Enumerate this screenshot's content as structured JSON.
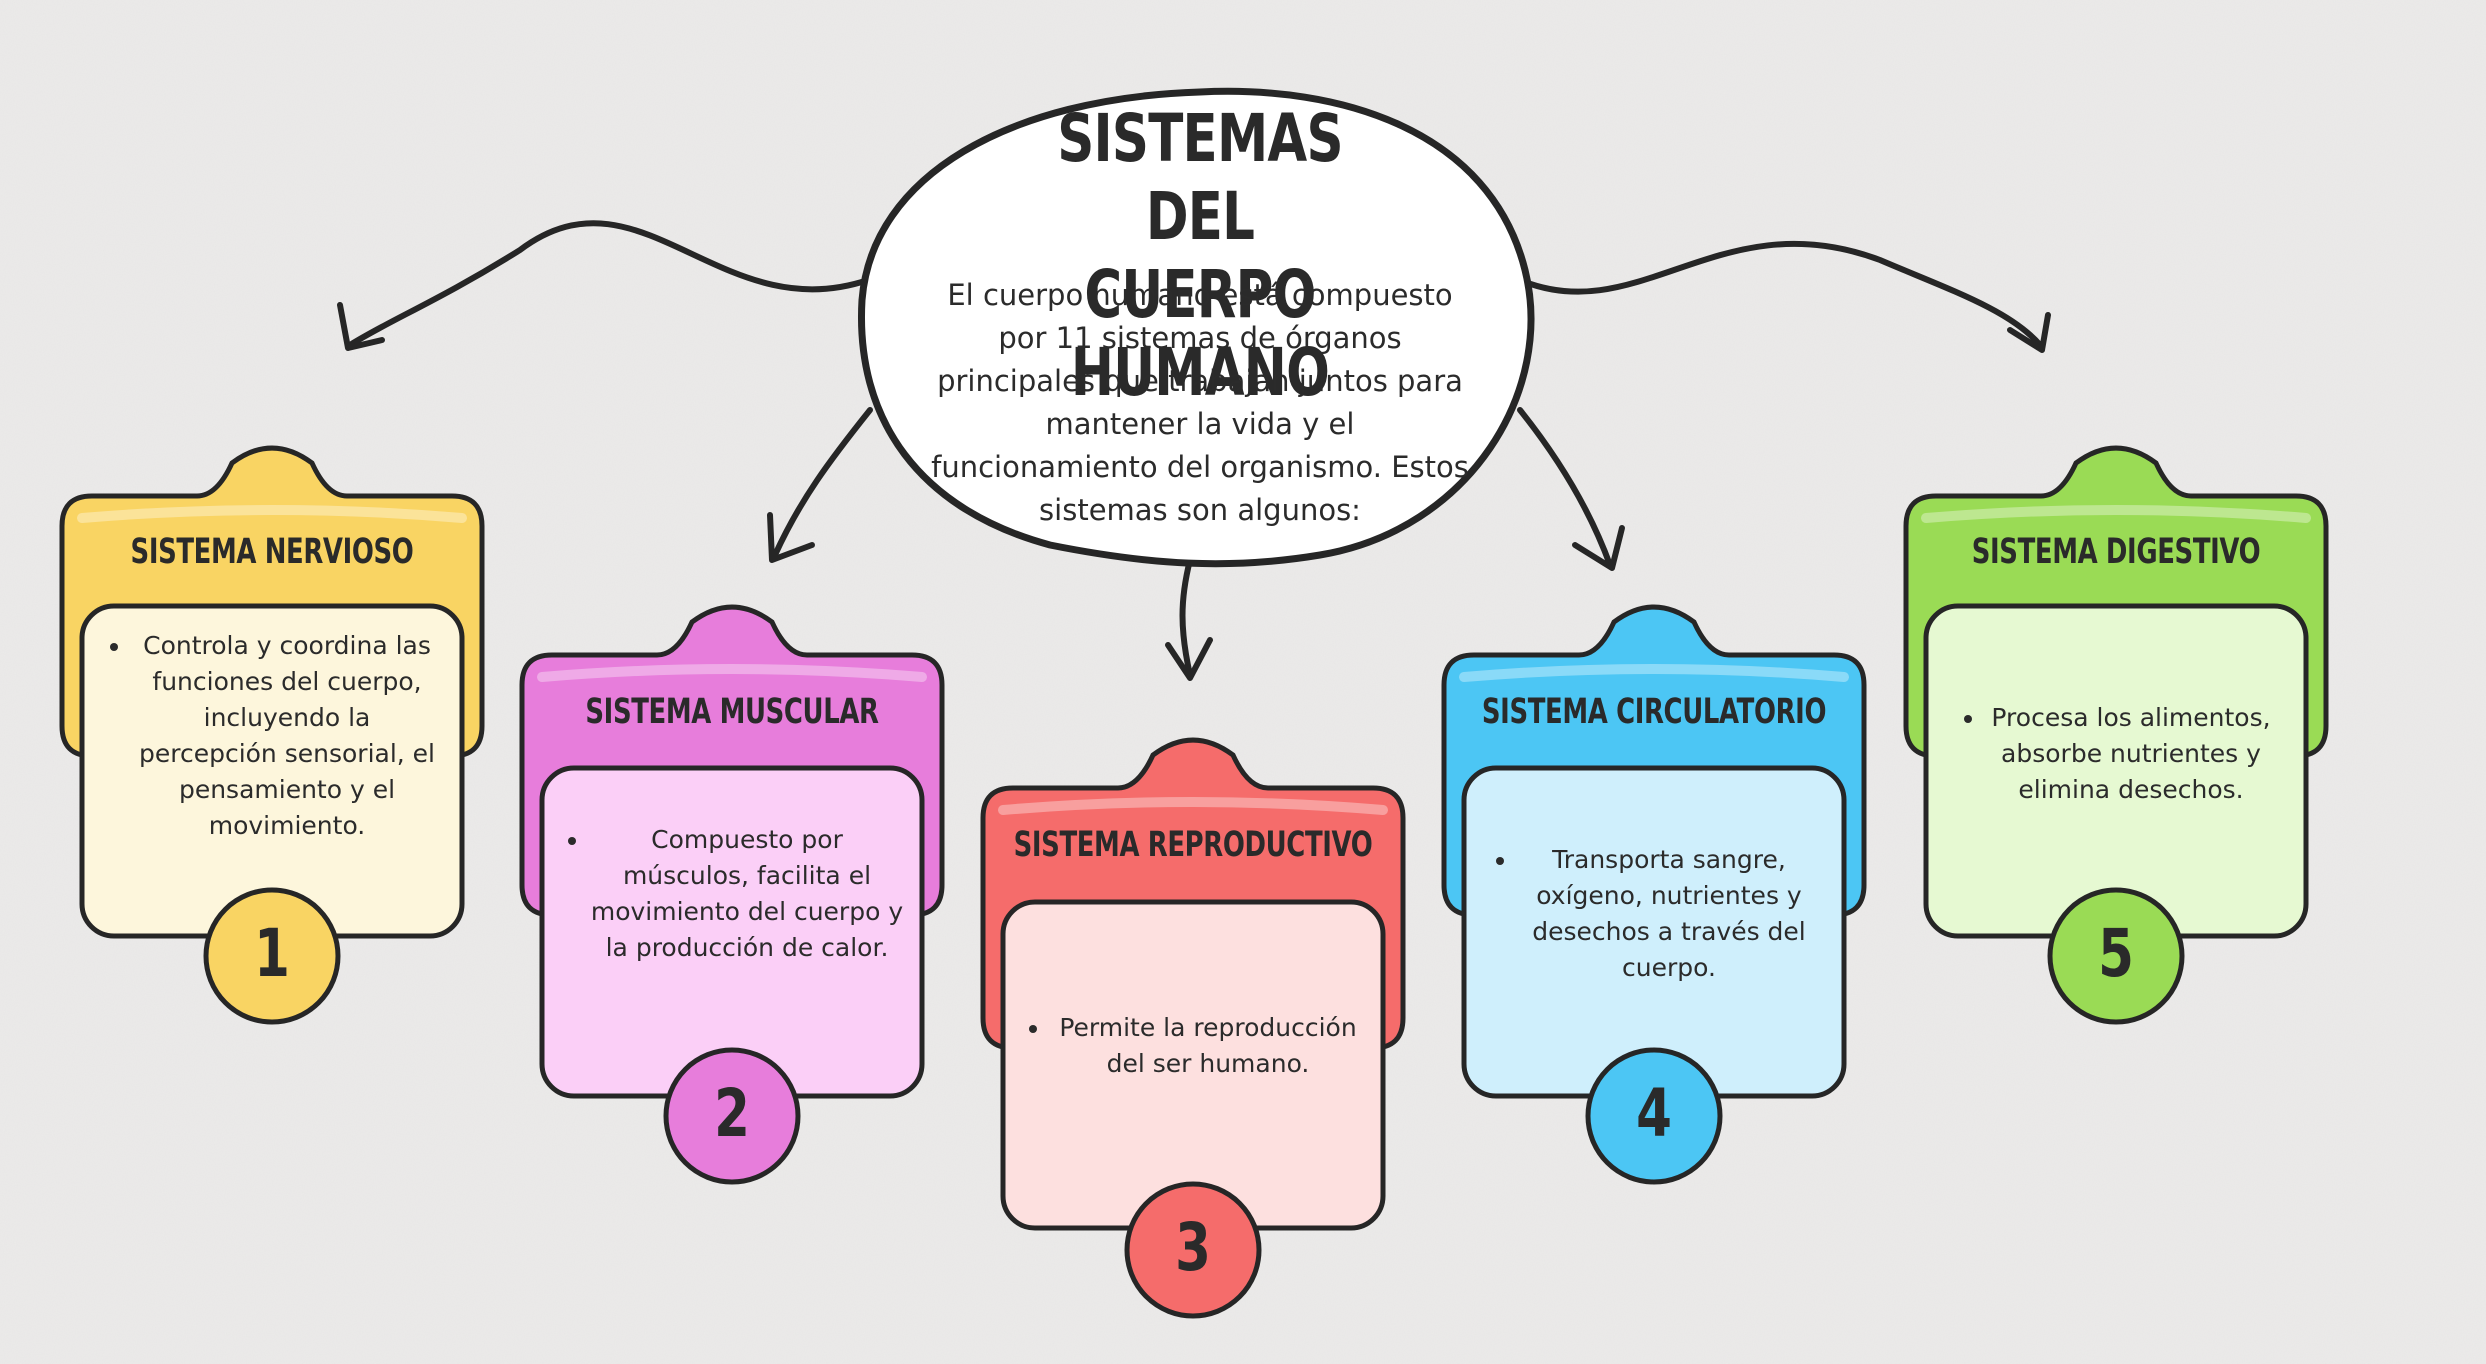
{
  "center": {
    "title_line1": "SISTEMAS DEL",
    "title_line2": "CUERPO HUMANO",
    "description": "El cuerpo humano está compuesto por 11 sistemas de órganos principales que trabajan juntos para mantener la vida y el funcionamiento del organismo. Estos sistemas son algunos:"
  },
  "cards": [
    {
      "number": "1",
      "title": "SISTEMA NERVIOSO",
      "description": "Controla y coordina las funciones del cuerpo, incluyendo la percepción sensorial, el pensamiento y el movimiento.",
      "color": "#f9d463",
      "light_color": "#fdf6dc"
    },
    {
      "number": "2",
      "title": "SISTEMA MUSCULAR",
      "description": "Compuesto por músculos, facilita el movimiento del cuerpo y la producción de calor.",
      "color": "#e77ddb",
      "light_color": "#fbcff7"
    },
    {
      "number": "3",
      "title": "SISTEMA REPRODUCTIVO",
      "description": "Permite la reproducción del ser humano.",
      "color": "#f56c6b",
      "light_color": "#fde0df"
    },
    {
      "number": "4",
      "title": "SISTEMA CIRCULATORIO",
      "description": "Transporta sangre, oxígeno, nutrientes y desechos a través del cuerpo.",
      "color": "#4cc6f4",
      "light_color": "#cfeffc"
    },
    {
      "number": "5",
      "title": "SISTEMA DIGESTIVO",
      "description": "Procesa los alimentos, absorbe nutrientes y elimina desechos.",
      "color": "#9adb55",
      "light_color": "#e6f9d2"
    }
  ]
}
